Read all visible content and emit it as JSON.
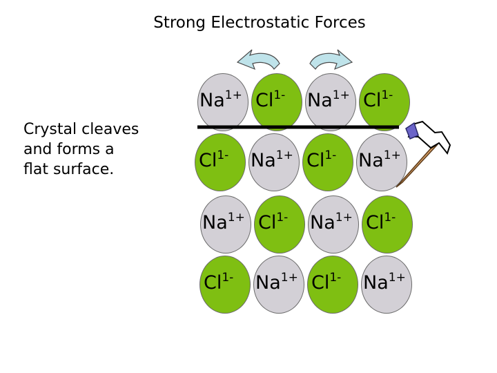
{
  "title": "Strong Electrostatic Forces",
  "side_text": "Crystal cleaves\nand forms a\nflat surface.",
  "ions": {
    "na": {
      "symbol": "Na",
      "charge": "1+"
    },
    "cl": {
      "symbol": "Cl",
      "charge": "1-"
    }
  },
  "lattice": [
    [
      "na",
      "cl",
      "na",
      "cl"
    ],
    [
      "cl",
      "na",
      "cl",
      "na"
    ],
    [
      "na",
      "cl",
      "na",
      "cl"
    ],
    [
      "cl",
      "na",
      "cl",
      "na"
    ]
  ],
  "colors": {
    "na_fill": "#d3d0d6",
    "cl_fill": "#7fbf12",
    "arrow_fill": "#bfe3ea",
    "hammer_handle": "#d9a066",
    "hammer_head": "#6b64c8"
  },
  "icons": [
    "curved-arrow-icon",
    "hammer-icon"
  ]
}
